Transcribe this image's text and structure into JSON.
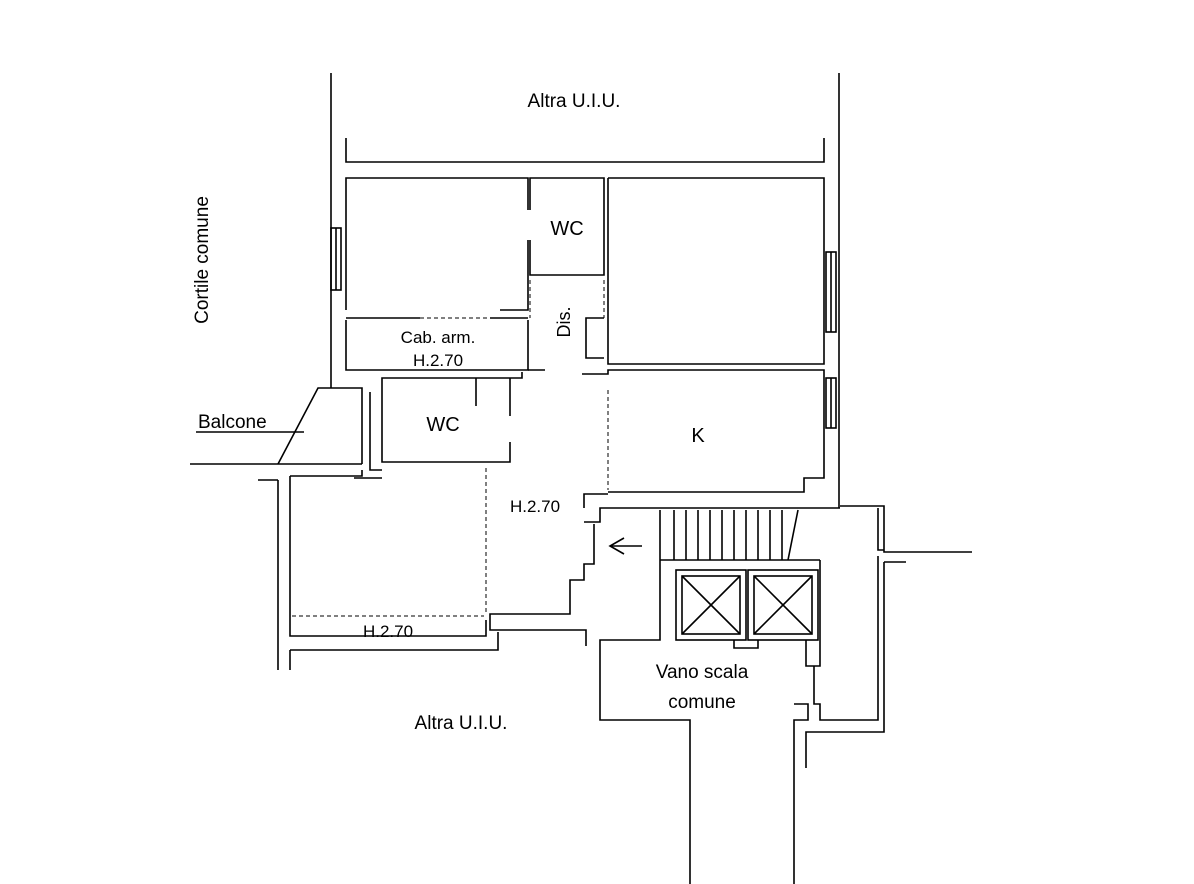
{
  "labels": {
    "altra_top": "Altra U.I.U.",
    "altra_bottom": "Altra U.I.U.",
    "cortile": "Cortile comune",
    "balcone": "Balcone",
    "wc_upper": "WC",
    "wc_lower": "WC",
    "dis": "Dis.",
    "cab_arm": "Cab. arm.",
    "cab_h": "H.2.70",
    "kitchen": "K",
    "h_corridor": "H.2.70",
    "h_bottom": "H.2.70",
    "vano_line1": "Vano scala",
    "vano_line2": "comune"
  }
}
